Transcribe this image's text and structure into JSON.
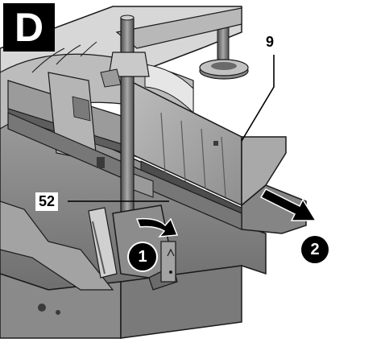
{
  "figure": {
    "badge_letter": "D",
    "callouts": {
      "fence_label": "9",
      "knob_label": "52"
    },
    "steps": [
      "1",
      "2"
    ],
    "colors": {
      "line_art": "#1a1a1a",
      "metal_dark": "#6e6e6e",
      "metal_mid": "#9a9a9a",
      "metal_light": "#cfcfcf",
      "badge_bg": "#000000"
    }
  }
}
